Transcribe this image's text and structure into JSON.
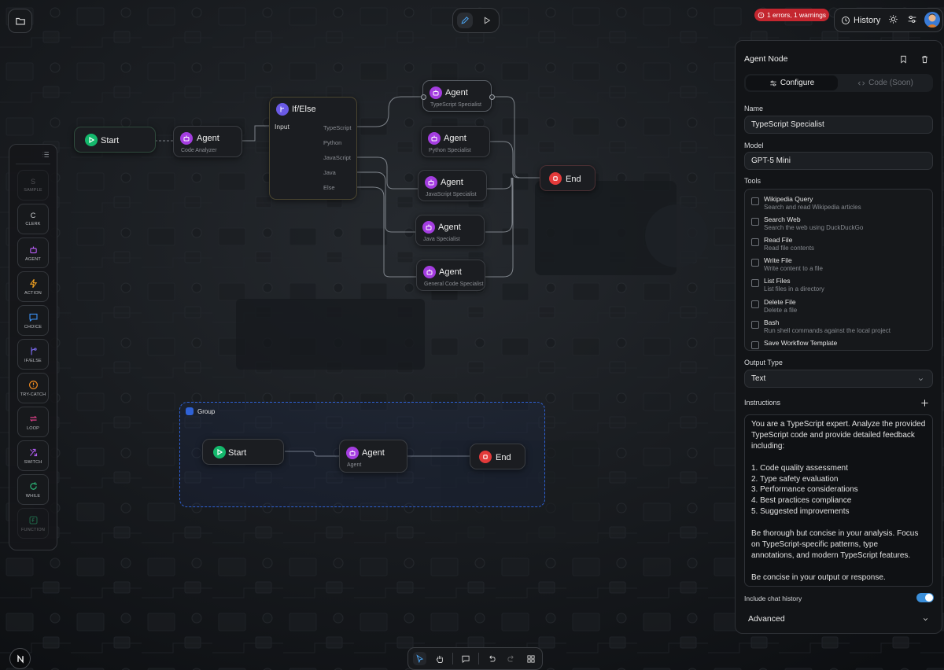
{
  "colors": {
    "agent": "#a43de0",
    "start": "#14b86c",
    "end": "#e33a3a",
    "ifelse": "#6a5ae6",
    "group_border": "#2f62d6",
    "error_badge": "#d0323a",
    "toggle": "#3b8fd9"
  },
  "topbar": {
    "errors_badge": "1 errors, 1 warnings",
    "history_label": "History"
  },
  "palette": {
    "items": [
      {
        "icon": "S",
        "label": "SAMPLE",
        "icon_color": "#8a8d93"
      },
      {
        "icon": "C",
        "label": "CLERK",
        "icon_color": "#c9cbce"
      },
      {
        "icon": "agent-icon",
        "label": "AGENT",
        "icon_color": "#b45cf0"
      },
      {
        "icon": "lightning-icon",
        "label": "ACTION",
        "icon_color": "#f0a020"
      },
      {
        "icon": "chat-icon",
        "label": "CHOICE",
        "icon_color": "#3a8ef0"
      },
      {
        "icon": "branch-icon",
        "label": "IF/ELSE",
        "icon_color": "#7a6af0"
      },
      {
        "icon": "alert-icon",
        "label": "TRY-CATCH",
        "icon_color": "#f08a20"
      },
      {
        "icon": "loop-icon",
        "label": "LOOP",
        "icon_color": "#e0408a"
      },
      {
        "icon": "switch-icon",
        "label": "SWITCH",
        "icon_color": "#b05cf0"
      },
      {
        "icon": "refresh-icon",
        "label": "WHILE",
        "icon_color": "#2ec27e"
      },
      {
        "icon": "function-icon",
        "label": "FUNCTION",
        "icon_color": "#2ec27e"
      }
    ]
  },
  "canvas": {
    "start": {
      "title": "Start"
    },
    "agent_main": {
      "title": "Agent",
      "sub": "Code Analyzer"
    },
    "ifelse": {
      "title": "If/Else",
      "input_label": "Input",
      "branches": [
        "TypeScript",
        "Python",
        "JavaScript",
        "Java",
        "Else"
      ]
    },
    "agents": [
      {
        "title": "Agent",
        "sub": "TypeScript Specialist"
      },
      {
        "title": "Agent",
        "sub": "Python Specialist"
      },
      {
        "title": "Agent",
        "sub": "JavaScript Specialist"
      },
      {
        "title": "Agent",
        "sub": "Java Specialist"
      },
      {
        "title": "Agent",
        "sub": "General Code Specialist"
      }
    ],
    "end": {
      "title": "End"
    },
    "group": {
      "label": "Group",
      "start": {
        "title": "Start"
      },
      "agent": {
        "title": "Agent",
        "sub": "Agent"
      },
      "end": {
        "title": "End"
      }
    }
  },
  "panel": {
    "title": "Agent Node",
    "tab_configure": "Configure",
    "tab_code": "Code (Soon)",
    "name_label": "Name",
    "name_value": "TypeScript Specialist",
    "model_label": "Model",
    "model_value": "GPT-5 Mini",
    "tools_label": "Tools",
    "tools": [
      {
        "name": "Wikipedia Query",
        "desc": "Search and read Wikipedia articles"
      },
      {
        "name": "Search Web",
        "desc": "Search the web using DuckDuckGo"
      },
      {
        "name": "Read File",
        "desc": "Read file contents"
      },
      {
        "name": "Write File",
        "desc": "Write content to a file"
      },
      {
        "name": "List Files",
        "desc": "List files in a directory"
      },
      {
        "name": "Delete File",
        "desc": "Delete a file"
      },
      {
        "name": "Bash",
        "desc": "Run shell commands against the local project"
      },
      {
        "name": "Save Workflow Template",
        "desc": ""
      }
    ],
    "output_type_label": "Output Type",
    "output_type_value": "Text",
    "instructions_label": "Instructions",
    "instructions": [
      "You are a TypeScript expert. Analyze the provided",
      "TypeScript code and provide detailed feedback",
      "including:",
      "",
      "1. Code quality assessment",
      "2. Type safety evaluation",
      "3. Performance considerations",
      "4. Best practices compliance",
      "5. Suggested improvements",
      "",
      "Be thorough but concise in your analysis. Focus",
      "on TypeScript-specific patterns, type",
      "annotations, and modern TypeScript features.",
      "",
      "Be concise in your output or response."
    ],
    "chat_history_label": "Include chat history",
    "chat_history_enabled": true,
    "advanced_label": "Advanced"
  }
}
